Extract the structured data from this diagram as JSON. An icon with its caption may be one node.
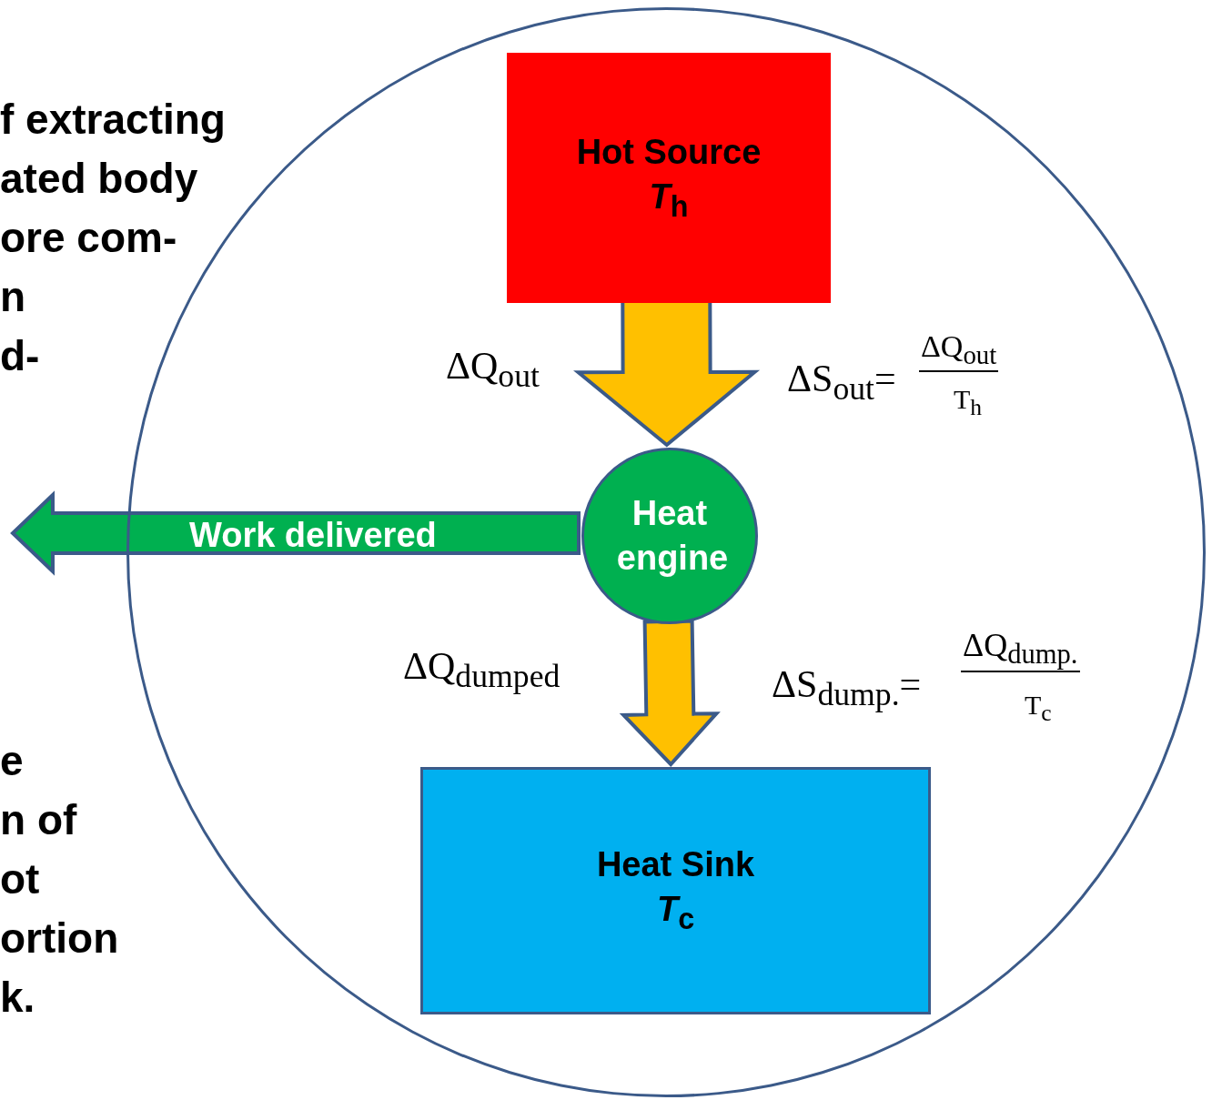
{
  "diagram": {
    "nodes": [
      {
        "text": [],
        "shape": "circle"
      },
      {
        "text": [
          "Hot Source",
          "*T*$_{h}$"
        ],
        "in": 0
      },
      {
        "text": [
          "Heat engine"
        ],
        "in": 0
      },
      {
        "text": [
          "Heat Sink",
          "*T*$_{c}$"
        ],
        "in": 0
      }
    ],
    "edges": [
      {
        "from": 1,
        "to": 2,
        "arrow": "to",
        "label": "ΔQ$_{out}$"
      },
      {
        "from": 2,
        "to": 3,
        "arrow": "to",
        "label": "ΔQ$_{dumped}$"
      },
      {
        "from": 2,
        "to": null,
        "arrow": "to",
        "label": "Work delivered",
        "color": "#00b050"
      }
    ],
    "labels": [
      "f extracting",
      "ated body",
      "ore com-",
      "n",
      "d-",
      "ΔS$_{out}$=",
      "ΔQ$_{out}$",
      "T$_{h}$",
      "ΔS$_{dump.}$=",
      "ΔQ$_{dump.}$",
      "T$_{c}$",
      "e",
      "n of",
      "ot",
      "ortion",
      "k."
    ]
  }
}
